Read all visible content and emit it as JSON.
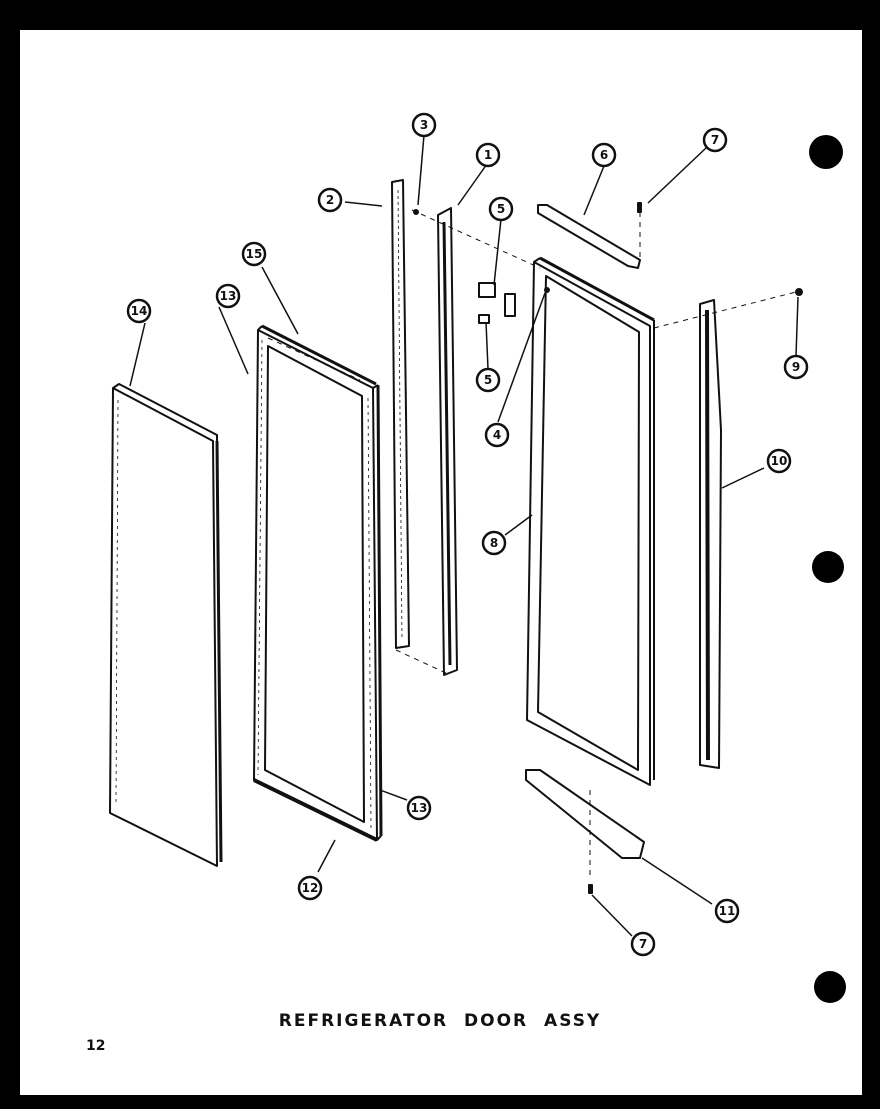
{
  "diagram": {
    "title": "REFRIGERATOR DOOR ASSY",
    "page_number": "12",
    "callouts": [
      "1",
      "2",
      "3",
      "4",
      "5",
      "5",
      "6",
      "7",
      "7",
      "8",
      "9",
      "10",
      "11",
      "12",
      "13",
      "13",
      "14",
      "15"
    ]
  },
  "colors": {
    "ink": "#111111",
    "paper": "#ffffff",
    "background": "#000000"
  }
}
